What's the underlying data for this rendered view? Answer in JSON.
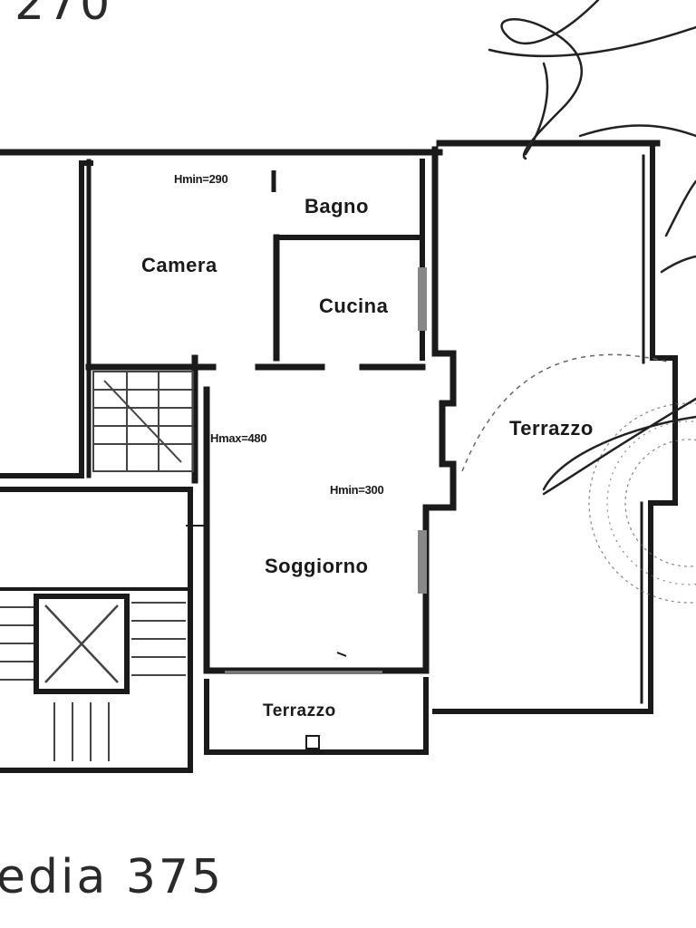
{
  "header_text": "270",
  "footer_text": "edia 375",
  "rooms": {
    "camera": "Camera",
    "bagno": "Bagno",
    "cucina": "Cucina",
    "soggiorno": "Soggiorno",
    "terrazzo_east": "Terrazzo",
    "terrazzo_south": "Terrazzo"
  },
  "height_notes": {
    "camera": "Hmin=290",
    "stair": "Hmax=480",
    "living": "Hmin=300"
  },
  "colors": {
    "ink": "#1a1a1a",
    "paper": "#ffffff",
    "hatch": "#555555"
  }
}
